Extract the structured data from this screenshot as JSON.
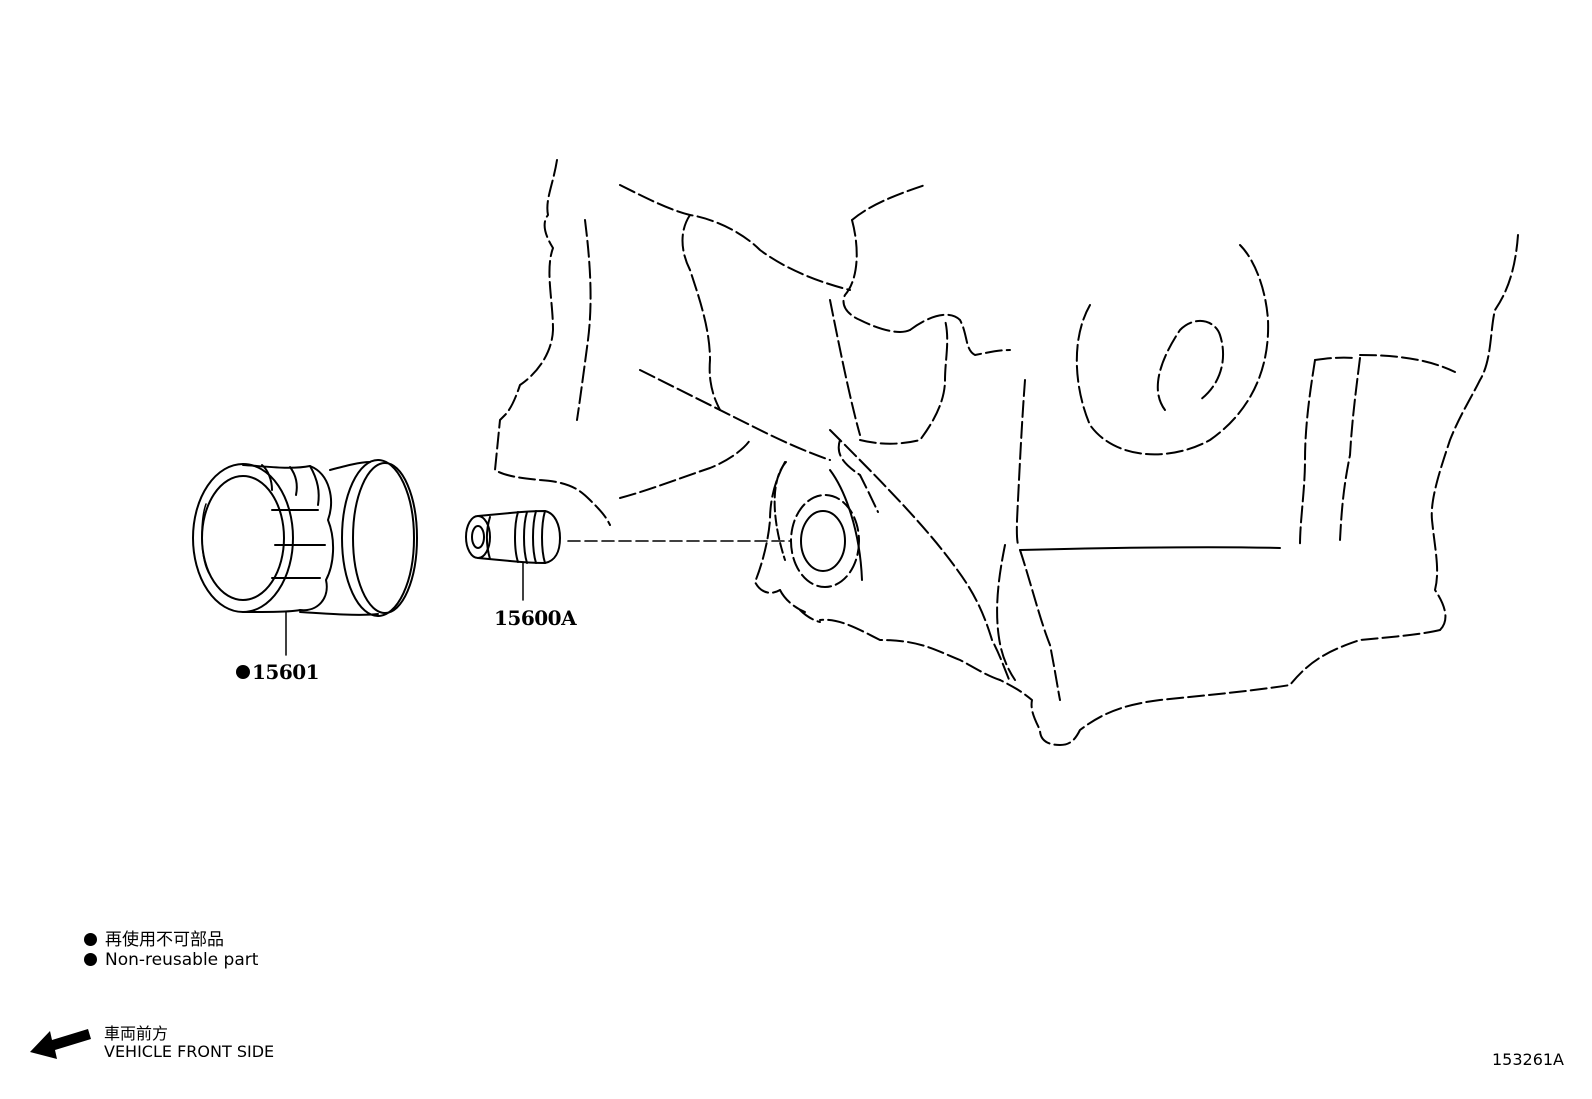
{
  "parts": [
    {
      "part_number": "15601",
      "non_reusable": true
    },
    {
      "part_number": "15600A",
      "non_reusable": false
    }
  ],
  "legend": {
    "japanese": "再使用不可部品",
    "english": "Non-reusable part"
  },
  "direction": {
    "japanese": "車両前方",
    "english": "VEHICLE FRONT SIDE"
  },
  "figure_id": "153261A"
}
